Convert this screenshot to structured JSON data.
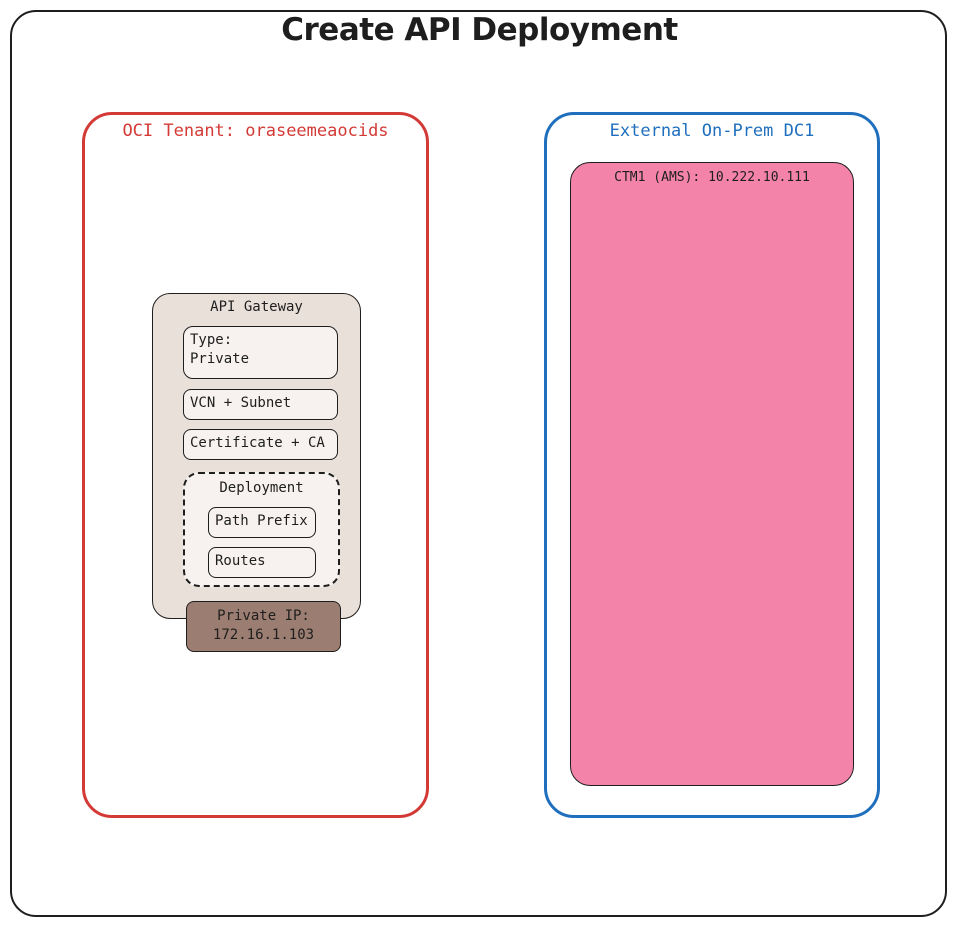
{
  "title": "Create API Deployment",
  "colors": {
    "oci_border": "#d33a36",
    "external_border": "#1f6fbe",
    "ctm_fill": "#f483aa",
    "gateway_fill": "#eae0da",
    "private_ip_fill": "#9c7d72"
  },
  "oci_tenant": {
    "label": "OCI Tenant: oraseemeaocids",
    "api_gateway": {
      "label": "API Gateway",
      "type_line1": "Type:",
      "type_line2": "Private",
      "vcn": "VCN + Subnet",
      "certificate": "Certificate + CA",
      "deployment": {
        "label": "Deployment",
        "path_prefix": "Path Prefix",
        "routes": "Routes"
      },
      "private_ip_label": "Private IP:",
      "private_ip_value": "172.16.1.103"
    }
  },
  "external": {
    "label": "External On-Prem DC1",
    "ctm": "CTM1 (AMS): 10.222.10.111"
  }
}
